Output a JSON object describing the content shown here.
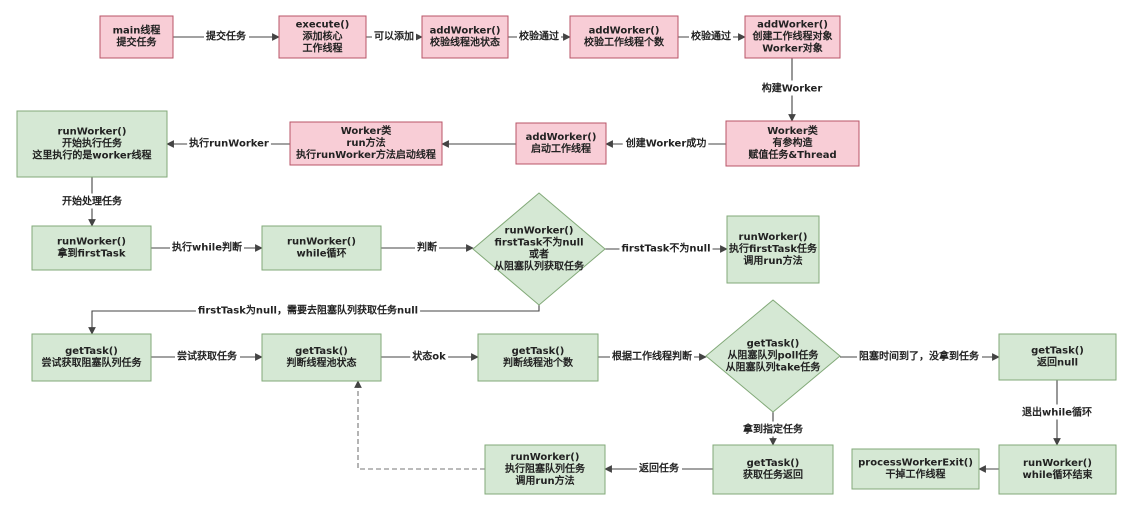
{
  "nodes": [
    {
      "id": "n1",
      "lines": [
        "main线程",
        "提交任务"
      ]
    },
    {
      "id": "n2",
      "lines": [
        "execute()",
        "添加核心",
        "工作线程"
      ]
    },
    {
      "id": "n3",
      "lines": [
        "addWorker()",
        "校验线程池状态"
      ]
    },
    {
      "id": "n4",
      "lines": [
        "addWorker()",
        "校验工作线程个数"
      ]
    },
    {
      "id": "n5",
      "lines": [
        "addWorker()",
        "创建工作线程对象",
        "Worker对象"
      ]
    },
    {
      "id": "n6",
      "lines": [
        "Worker类",
        "有参构造",
        "赋值任务&Thread"
      ]
    },
    {
      "id": "n7",
      "lines": [
        "addWorker()",
        "启动工作线程"
      ]
    },
    {
      "id": "n8",
      "lines": [
        "Worker类",
        "run方法",
        "执行runWorker方法启动线程"
      ]
    },
    {
      "id": "n9",
      "lines": [
        "runWorker()",
        "开始执行任务",
        "这里执行的是worker线程"
      ]
    },
    {
      "id": "n10",
      "lines": [
        "runWorker()",
        "拿到firstTask"
      ]
    },
    {
      "id": "n11",
      "lines": [
        "runWorker()",
        "while循环"
      ]
    },
    {
      "id": "d1",
      "lines": [
        "runWorker()",
        "firstTask不为null",
        "或者",
        "从阻塞队列获取任务"
      ]
    },
    {
      "id": "n12",
      "lines": [
        "runWorker()",
        "执行firstTask任务",
        "调用run方法"
      ]
    },
    {
      "id": "n13",
      "lines": [
        "getTask()",
        "尝试获取阻塞队列任务"
      ]
    },
    {
      "id": "n14",
      "lines": [
        "getTask()",
        "判断线程池状态"
      ]
    },
    {
      "id": "n15",
      "lines": [
        "getTask()",
        "判断线程池个数"
      ]
    },
    {
      "id": "d2",
      "lines": [
        "getTask()",
        "从阻塞队列poll任务",
        "从阻塞队列take任务"
      ]
    },
    {
      "id": "n16",
      "lines": [
        "getTask()",
        "返回null"
      ]
    },
    {
      "id": "n17",
      "lines": [
        "getTask()",
        "获取任务返回"
      ]
    },
    {
      "id": "n18",
      "lines": [
        "runWorker()",
        "执行阻塞队列任务",
        "调用run方法"
      ]
    },
    {
      "id": "n19",
      "lines": [
        "runWorker()",
        "while循环结束"
      ]
    },
    {
      "id": "n20",
      "lines": [
        "processWorkerExit()",
        "干掉工作线程"
      ]
    }
  ],
  "edges": [
    {
      "id": "e1",
      "label": "提交任务"
    },
    {
      "id": "e2",
      "label": "可以添加"
    },
    {
      "id": "e3",
      "label": "校验通过"
    },
    {
      "id": "e4",
      "label": "校验通过"
    },
    {
      "id": "e5",
      "label": "构建Worker"
    },
    {
      "id": "e6",
      "label": "创建Worker成功"
    },
    {
      "id": "e7",
      "label": ""
    },
    {
      "id": "e8",
      "label": "执行runWorker"
    },
    {
      "id": "e9",
      "label": "开始处理任务"
    },
    {
      "id": "e10",
      "label": "执行while判断"
    },
    {
      "id": "e11",
      "label": "判断"
    },
    {
      "id": "e12",
      "label": "firstTask不为null"
    },
    {
      "id": "e13",
      "label": "firstTask为null，需要去阻塞队列获取任务null"
    },
    {
      "id": "e14",
      "label": "尝试获取任务"
    },
    {
      "id": "e15",
      "label": "状态ok"
    },
    {
      "id": "e16",
      "label": "根据工作线程判断"
    },
    {
      "id": "e17",
      "label": "阻塞时间到了，没拿到任务"
    },
    {
      "id": "e18",
      "label": "拿到指定任务"
    },
    {
      "id": "e19",
      "label": "返回任务"
    },
    {
      "id": "e20",
      "label": ""
    },
    {
      "id": "e21",
      "label": "退出while循环"
    },
    {
      "id": "e22",
      "label": ""
    }
  ],
  "colors": {
    "pink_fill": "#f8cdd6",
    "pink_stroke": "#b85467",
    "green_fill": "#d5e8d4",
    "green_stroke": "#82a978",
    "line": "#444444"
  }
}
